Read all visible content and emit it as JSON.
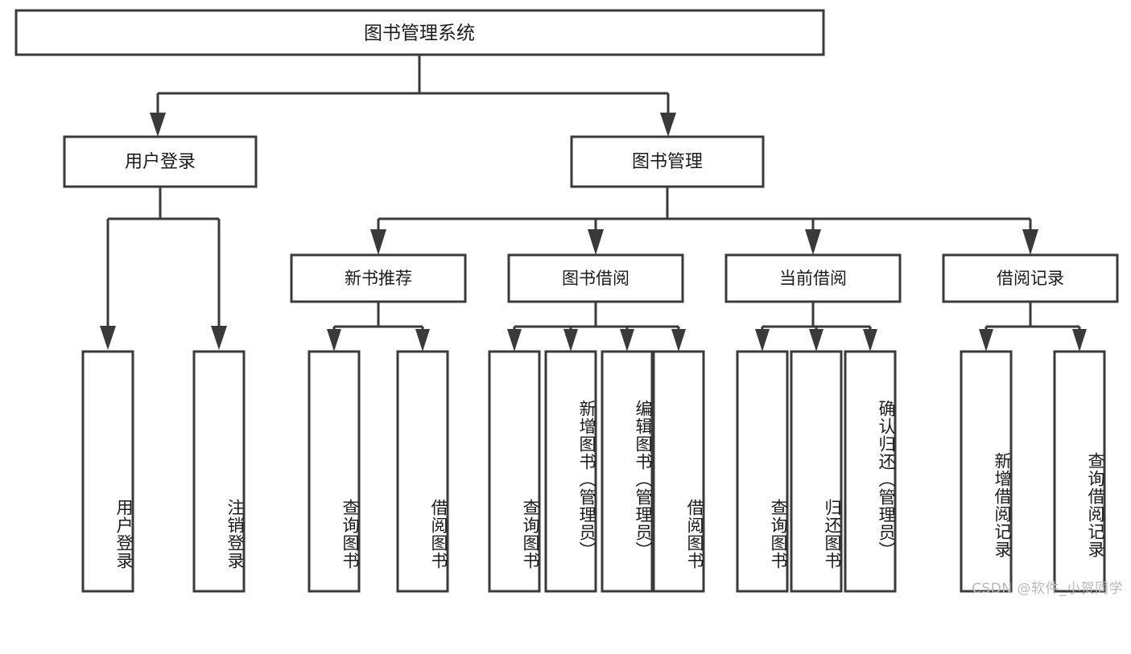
{
  "diagram": {
    "title": "图书管理系统",
    "type": "tree-hierarchy",
    "root": {
      "id": "root",
      "label": "图书管理系统",
      "level": 1
    },
    "level2": [
      {
        "id": "user-login",
        "label": "用户登录"
      },
      {
        "id": "book-manage",
        "label": "图书管理"
      }
    ],
    "level3": [
      {
        "id": "new-book-rec",
        "label": "新书推荐",
        "parent": "book-manage"
      },
      {
        "id": "book-borrow",
        "label": "图书借阅",
        "parent": "book-manage"
      },
      {
        "id": "current-borrow",
        "label": "当前借阅",
        "parent": "book-manage"
      },
      {
        "id": "borrow-record",
        "label": "借阅记录",
        "parent": "book-manage"
      }
    ],
    "leaves": [
      {
        "id": "leaf-user-login",
        "label": "用户登录",
        "parent": "user-login"
      },
      {
        "id": "leaf-logout-login",
        "label": "注销登录",
        "parent": "user-login"
      },
      {
        "id": "leaf-query-book-1",
        "label": "查询图书",
        "parent": "new-book-rec"
      },
      {
        "id": "leaf-borrow-book-1",
        "label": "借阅图书",
        "parent": "new-book-rec"
      },
      {
        "id": "leaf-query-book-2",
        "label": "查询图书",
        "parent": "book-borrow"
      },
      {
        "id": "leaf-add-book",
        "label": "新增图书（管理员）",
        "parent": "book-borrow"
      },
      {
        "id": "leaf-edit-book",
        "label": "编辑图书（管理员）",
        "parent": "book-borrow"
      },
      {
        "id": "leaf-borrow-book-2",
        "label": "借阅图书",
        "parent": "book-borrow"
      },
      {
        "id": "leaf-query-book-3",
        "label": "查询图书",
        "parent": "current-borrow"
      },
      {
        "id": "leaf-return-book",
        "label": "归还图书",
        "parent": "current-borrow"
      },
      {
        "id": "leaf-confirm-return",
        "label": "确认归还（管理员）",
        "parent": "current-borrow"
      },
      {
        "id": "leaf-add-record",
        "label": "新增借阅记录",
        "parent": "borrow-record"
      },
      {
        "id": "leaf-query-record",
        "label": "查询借阅记录",
        "parent": "borrow-record"
      }
    ],
    "colors": {
      "stroke": "#3a3a3a",
      "fill": "#ffffff",
      "text": "#1b1b1b",
      "watermark": "#b9b9b9"
    }
  },
  "watermark": {
    "text": "CSDN @软件_小贺同学"
  }
}
